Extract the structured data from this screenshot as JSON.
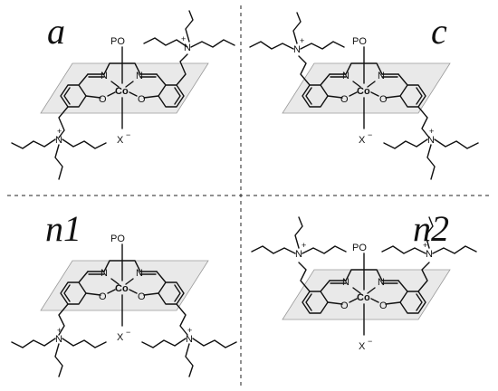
{
  "panels": [
    {
      "id": "a",
      "label": "a",
      "axial_top": "PO",
      "axial_bottom": "X",
      "charge_minus": "−",
      "metal": "Co",
      "N1": "N",
      "N2": "N",
      "O1": "O",
      "O2": "O",
      "ammonium_top_right": "N",
      "ammonium_bottom_left": "N",
      "plus": "+"
    },
    {
      "id": "c",
      "label": "c",
      "axial_top": "PO",
      "axial_bottom": "X",
      "charge_minus": "−",
      "metal": "Co",
      "N1": "N",
      "N2": "N",
      "O1": "O",
      "O2": "O",
      "ammonium_top_left": "N",
      "ammonium_bottom_right": "N",
      "plus": "+"
    },
    {
      "id": "n1",
      "label": "n1",
      "axial_top": "PO",
      "axial_bottom": "X",
      "charge_minus": "−",
      "metal": "Co",
      "N1": "N",
      "N2": "N",
      "O1": "O",
      "O2": "O",
      "ammonium_bottom_left": "N",
      "ammonium_bottom_right": "N",
      "plus": "+"
    },
    {
      "id": "n2",
      "label": "n2",
      "axial_top": "PO",
      "axial_bottom": "X",
      "charge_minus": "−",
      "metal": "Co",
      "N1": "N",
      "N2": "N",
      "O1": "O",
      "O2": "O",
      "ammonium_top_left": "N",
      "ammonium_top_right": "N",
      "plus": "+"
    }
  ]
}
